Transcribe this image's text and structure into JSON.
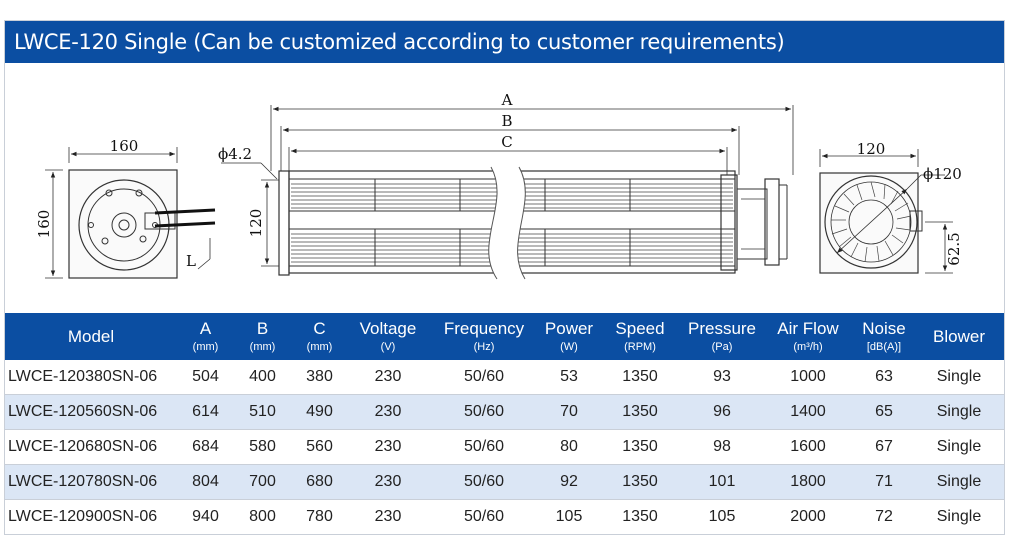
{
  "title": "LWCE-120 Single  (Can be customized according to customer requirements)",
  "drawing": {
    "left_width": "160",
    "left_height": "160",
    "left_lead": "L",
    "hole": "ϕ4.2",
    "mid_height": "120",
    "dim_a": "A",
    "dim_b": "B",
    "dim_c": "C",
    "right_width": "120",
    "right_diameter": "ϕ120",
    "right_offset": "62.5"
  },
  "table": {
    "columns": [
      {
        "label": "Model",
        "unit": ""
      },
      {
        "label": "A",
        "unit": "(mm)"
      },
      {
        "label": "B",
        "unit": "(mm)"
      },
      {
        "label": "C",
        "unit": "(mm)"
      },
      {
        "label": "Voltage",
        "unit": "(V)"
      },
      {
        "label": "Frequency",
        "unit": "(Hz)"
      },
      {
        "label": "Power",
        "unit": "(W)"
      },
      {
        "label": "Speed",
        "unit": "(RPM)"
      },
      {
        "label": "Pressure",
        "unit": "(Pa)"
      },
      {
        "label": "Air Flow",
        "unit": "(m³/h)"
      },
      {
        "label": "Noise",
        "unit": "[dB(A)]"
      },
      {
        "label": "Blower",
        "unit": ""
      }
    ],
    "rows": [
      [
        "LWCE-120380SN-06",
        "504",
        "400",
        "380",
        "230",
        "50/60",
        "53",
        "1350",
        "93",
        "1000",
        "63",
        "Single"
      ],
      [
        "LWCE-120560SN-06",
        "614",
        "510",
        "490",
        "230",
        "50/60",
        "70",
        "1350",
        "96",
        "1400",
        "65",
        "Single"
      ],
      [
        "LWCE-120680SN-06",
        "684",
        "580",
        "560",
        "230",
        "50/60",
        "80",
        "1350",
        "98",
        "1600",
        "67",
        "Single"
      ],
      [
        "LWCE-120780SN-06",
        "804",
        "700",
        "680",
        "230",
        "50/60",
        "92",
        "1350",
        "101",
        "1800",
        "71",
        "Single"
      ],
      [
        "LWCE-120900SN-06",
        "940",
        "800",
        "780",
        "230",
        "50/60",
        "105",
        "1350",
        "105",
        "2000",
        "72",
        "Single"
      ]
    ]
  }
}
